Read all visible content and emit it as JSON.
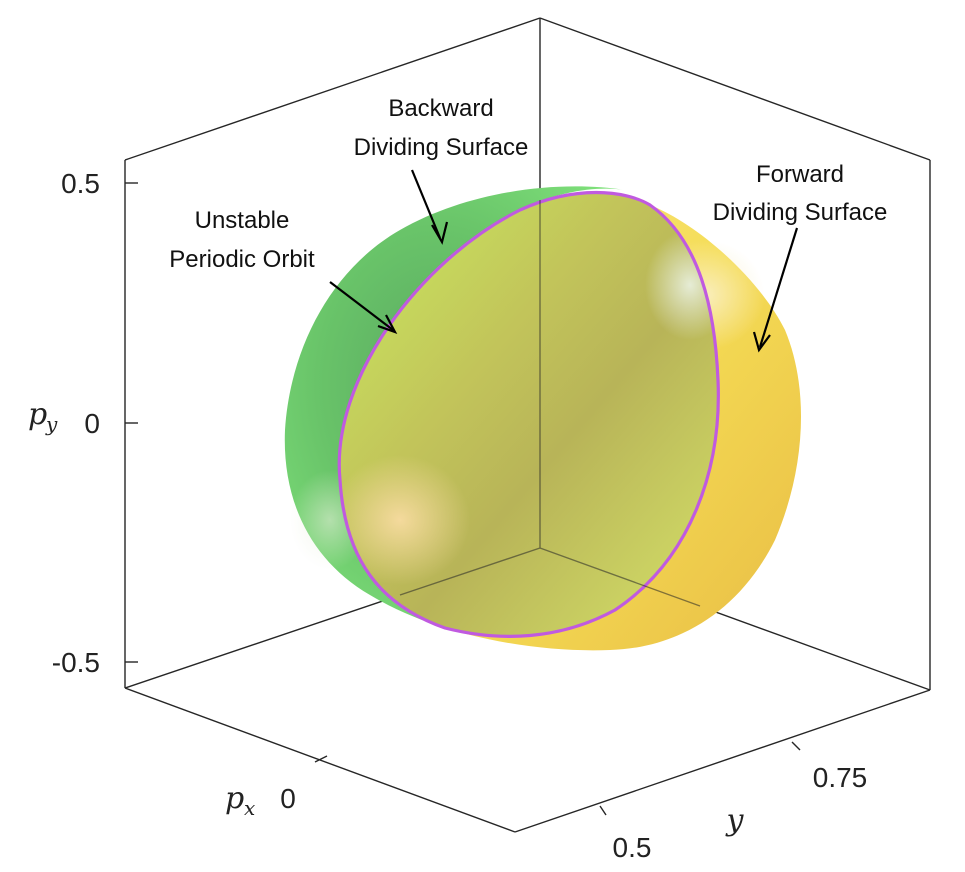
{
  "axes": {
    "py": {
      "symbol": "p",
      "subscript": "y",
      "ticks": [
        "0.5",
        "0",
        "-0.5"
      ]
    },
    "px": {
      "symbol": "p",
      "subscript": "x",
      "ticks": [
        "0"
      ]
    },
    "y": {
      "symbol": "y",
      "ticks": [
        "0.75",
        "0.5"
      ]
    }
  },
  "annotations": {
    "backward": {
      "line1": "Backward",
      "line2": "Dividing Surface"
    },
    "forward": {
      "line1": "Forward",
      "line2": "Dividing Surface"
    },
    "orbit": {
      "line1": "Unstable",
      "line2": "Periodic Orbit"
    }
  },
  "colors": {
    "backward_surface": "#6fd36f",
    "forward_surface": "#f2d94a",
    "periodic_orbit": "#c05ae0",
    "axes": "#262626"
  }
}
